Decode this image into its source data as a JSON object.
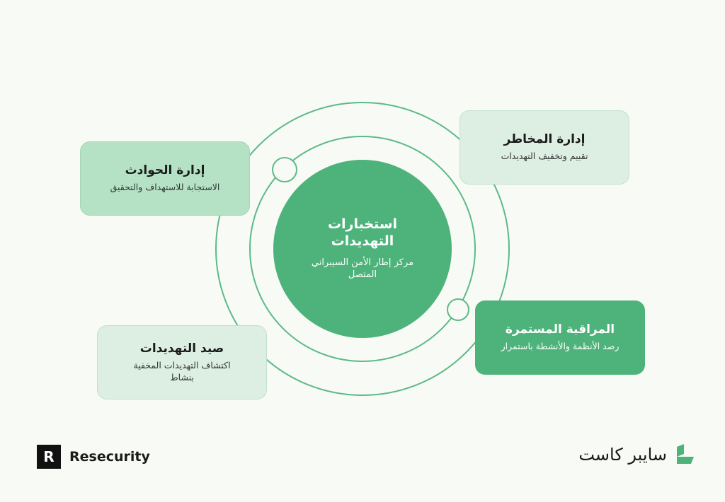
{
  "center": {
    "title": "استخبارات التهديدات",
    "subtitle": "مركز إطار الأمن السيبراني المتصل"
  },
  "cards": [
    {
      "title": "إدارة الحوادث",
      "desc": "الاستجابة للاستهداف والتحقيق"
    },
    {
      "title": "إدارة المخاطر",
      "desc": "تقييم وتخفيف التهديدات"
    },
    {
      "title": "صيد التهديدات",
      "desc": "اكتشاف التهديدات المخفية بنشاط"
    },
    {
      "title": "المراقبة المستمرة",
      "desc": "رصد الأنظمة والأنشطة باستمرار"
    }
  ],
  "footer": {
    "left_logo": "Resecurity",
    "right_logo": "سايبر كاست"
  },
  "colors": {
    "accent": "#4db37a",
    "light": "#dcefe2",
    "mid": "#b5e2c5"
  }
}
